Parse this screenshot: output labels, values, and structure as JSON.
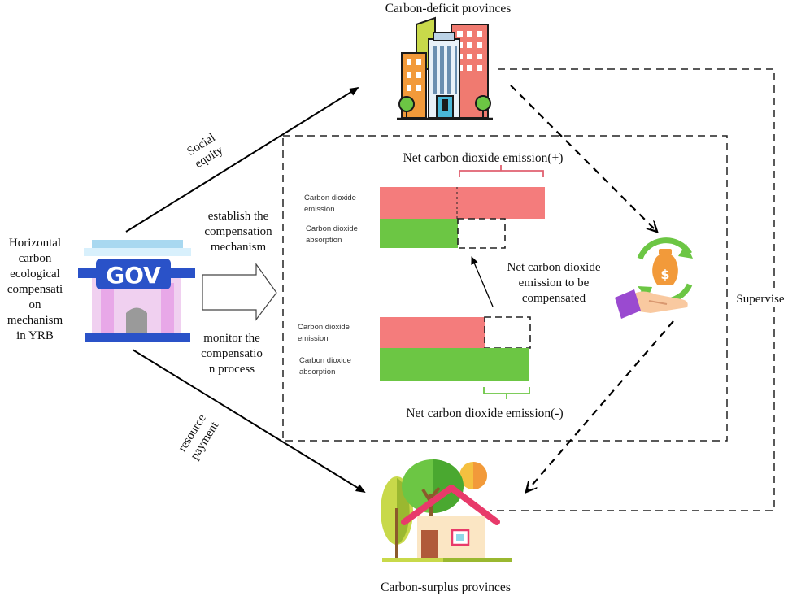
{
  "nodes": {
    "top_title": "Carbon-deficit provinces",
    "bottom_title": "Carbon-surplus provinces",
    "gov_label": "GOV",
    "left_text": [
      "Horizontal",
      "carbon",
      "ecological",
      "compensati",
      "on",
      "mechanism",
      "in YRB"
    ],
    "supervise": "Supervise"
  },
  "edges": {
    "social_equity": [
      "Social",
      "equity"
    ],
    "resource_payment": [
      "resource",
      "payment"
    ],
    "establish": [
      "establish the",
      "compensation",
      "mechanism"
    ],
    "monitor": [
      "monitor the",
      "compensatio",
      "n process"
    ]
  },
  "panel": {
    "net_plus": "Net carbon dioxide emission(+)",
    "net_minus": "Net carbon dioxide emission(-)",
    "to_compensate": [
      "Net carbon dioxide",
      "emission to be",
      "compensated"
    ],
    "top_bars": {
      "emission_label": [
        "Carbon dioxide",
        "emission"
      ],
      "absorption_label": [
        "Carbon dioxide",
        "absorption"
      ]
    },
    "bottom_bars": {
      "emission_label": [
        "Carbon dioxide",
        "emission"
      ],
      "absorption_label": [
        "Carbon dioxide",
        "absorption"
      ]
    }
  },
  "colors": {
    "emission": "#f47c7c",
    "absorption": "#6cc644",
    "bracket_plus": "#e06070",
    "bracket_minus": "#6cc644"
  }
}
